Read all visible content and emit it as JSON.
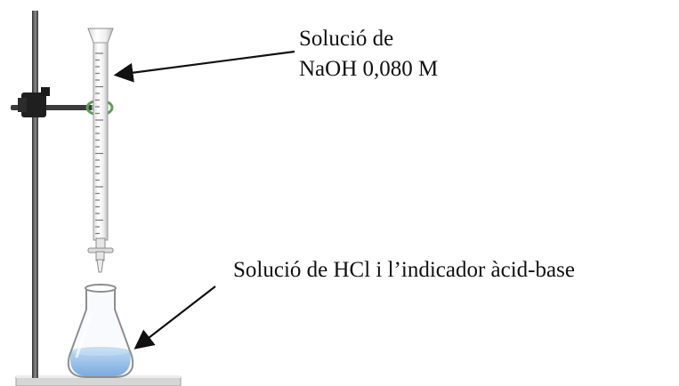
{
  "labels": {
    "naoh_line1": "Solució de",
    "naoh_line2": "NaOH 0,080 M",
    "hcl": "Solució de HCl  i l’indicador àcid-base"
  },
  "colors": {
    "stand_rod": "#4a4a4a",
    "clamp": "#222222",
    "clamp_green": "#6fa86b",
    "burette_glass": "#f4f4f4",
    "solution_blue": "#5b9bd5",
    "base_plate": "#d9d9d9",
    "arrow": "#111111"
  },
  "icons": {
    "stand": "ring-stand-icon",
    "burette": "burette-icon",
    "flask": "erlenmeyer-flask-icon"
  }
}
